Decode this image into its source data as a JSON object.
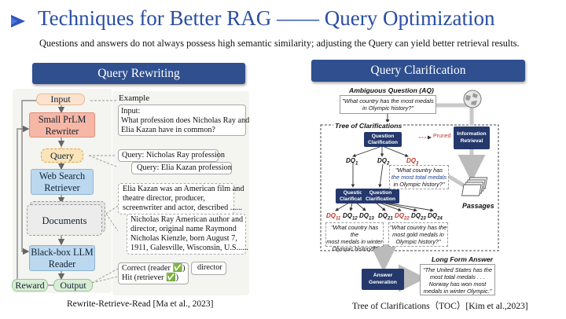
{
  "title": "Techniques for Better RAG —— Query Optimization",
  "subtitle": "Questions and answers do not always possess high semantic similarity; adjusting the Query can yield better retrieval results.",
  "left": {
    "header": "Query Rewriting",
    "nodes": {
      "input": "Input",
      "small_lm_1": "Small PrLM",
      "small_lm_2": "Rewriter",
      "query": "Query",
      "web_search_1": "Web Search",
      "web_search_2": "Retriever",
      "documents": "Documents",
      "llm_1": "Black-box LLM",
      "llm_2": "Reader",
      "output": "Output",
      "reward": "Reward"
    },
    "example": {
      "label": "Example",
      "input_lines": [
        "Input:",
        "What profession does Nicholas Ray and",
        "Elia Kazan have in common?"
      ],
      "query1": "Query: Nicholas Ray profession",
      "query2": "Query: Elia Kazan profession",
      "doc1_lines": [
        "Elia Kazan was an American film and",
        "theatre director, producer,",
        "screenwriter and actor, described ......"
      ],
      "doc2_lines": [
        "Nicholas Ray American author and",
        "director, original name Raymond",
        "Nicholas Kienzle, born August 7,",
        "1911, Galesville, Wisconsin, U.S......"
      ],
      "correct": "Correct (reader ✅)",
      "hit": "Hit (retriever ✅)",
      "answer": "director"
    },
    "caption": "Rewrite-Retrieve-Read [Ma et al., 2023]"
  },
  "right": {
    "header": "Query Clarification",
    "aq_label": "Ambiguous Question (AQ)",
    "aq_text_lines": [
      "\"What country has the most medals",
      "in Olympic history?\""
    ],
    "tree_label": "Tree of Clarifications",
    "qc_label_1": "Question",
    "qc_label_2": "Clarification",
    "pruned": "Pruned",
    "dq1": "DQ",
    "dq1_sub": "1",
    "dq2": "DQ",
    "dq2_sub": "2",
    "dq3": "DQ",
    "dq3_sub": "3",
    "dq_mid_lines": [
      "\"What country has",
      "the most total medals",
      "in Olympic history?\""
    ],
    "dq_row": [
      {
        "t": "DQ",
        "s": "11"
      },
      {
        "t": "DQ",
        "s": "12"
      },
      {
        "t": "DQ",
        "s": "13"
      },
      {
        "t": "DQ",
        "s": "21"
      },
      {
        "t": "DQ",
        "s": "22"
      },
      {
        "t": "DQ",
        "s": "23"
      },
      {
        "t": "DQ",
        "s": "24"
      }
    ],
    "q_left_lines": [
      "\"What country has the",
      "most medals in winter",
      "Olympic history?\""
    ],
    "q_right_lines": [
      "\"What country has the",
      "most gold medals in",
      "Olympic history?\""
    ],
    "ir_1": "Information",
    "ir_2": "Retrieval",
    "passages": "Passages",
    "lfa_label": "Long Form Answer",
    "ag_1": "Answer",
    "ag_2": "Generation",
    "answer_lines": [
      "\"The United States has the",
      "most total medals . . .",
      "Norway has won most",
      "medals in winter Olympic.\""
    ],
    "caption": "Tree of Clarifications（TOC）[Kim et al.,2023]"
  }
}
